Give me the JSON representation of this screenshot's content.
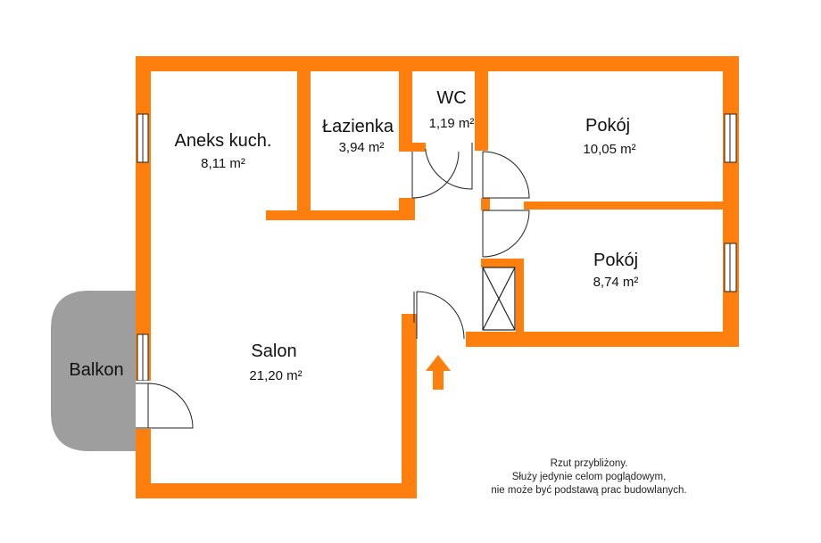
{
  "colors": {
    "wall": "#ff7f0e",
    "balcony": "#9e9e9e",
    "window": "#ffffff",
    "line": "#222222"
  },
  "rooms": {
    "kitchen": {
      "name": "Aneks kuch.",
      "area": "8,11 m²"
    },
    "bathroom": {
      "name": "Łazienka",
      "area": "3,94 m²"
    },
    "wc": {
      "name": "WC",
      "area": "1,19 m²"
    },
    "room1": {
      "name": "Pokój",
      "area": "10,05 m²"
    },
    "room2": {
      "name": "Pokój",
      "area": "8,74 m²"
    },
    "salon": {
      "name": "Salon",
      "area": "21,20 m²"
    },
    "balcony": {
      "name": "Balkon"
    }
  },
  "note": {
    "line1": "Rzut przybliżony.",
    "line2": "Służy jedynie celom poglądowym,",
    "line3": "nie może być podstawą prac budowlanych."
  },
  "icons": {
    "entrance": "entrance-arrow-icon",
    "shaft": "ventilation-shaft-icon"
  }
}
